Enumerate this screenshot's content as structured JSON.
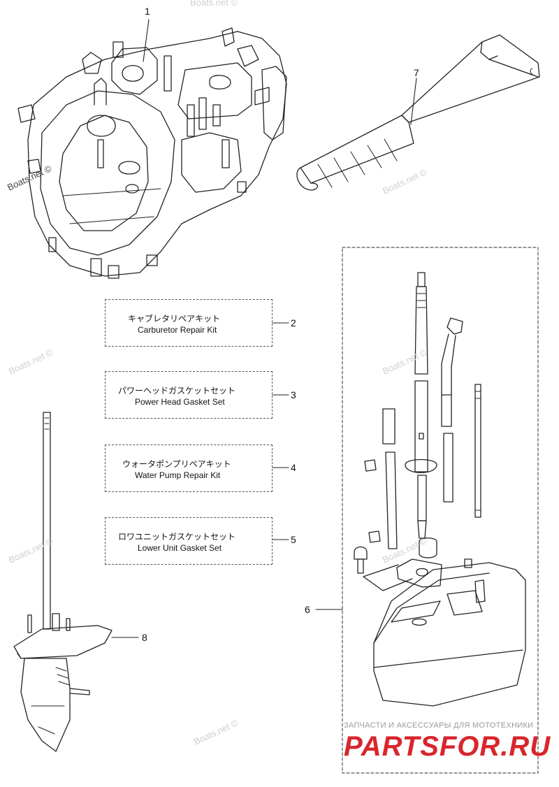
{
  "callouts": [
    "1",
    "2",
    "3",
    "4",
    "5",
    "6",
    "7",
    "8"
  ],
  "kits": [
    {
      "jp": "キャブレタリペアキット",
      "en": "Carburetor Repair Kit"
    },
    {
      "jp": "パワーヘッドガスケットセット",
      "en": "Power Head Gasket Set"
    },
    {
      "jp": "ウォータポンプリペアキット",
      "en": "Water Pump Repair Kit"
    },
    {
      "jp": "ロワユニットガスケットセット",
      "en": "Lower Unit Gasket Set"
    }
  ],
  "watermark": "Boats.net ©",
  "brand": {
    "tagline": "ЗАПЧАСТИ И АКСЕССУАРЫ ДЛЯ МОТОТЕХНИКИ",
    "logo": "PARTSFOR.RU"
  }
}
